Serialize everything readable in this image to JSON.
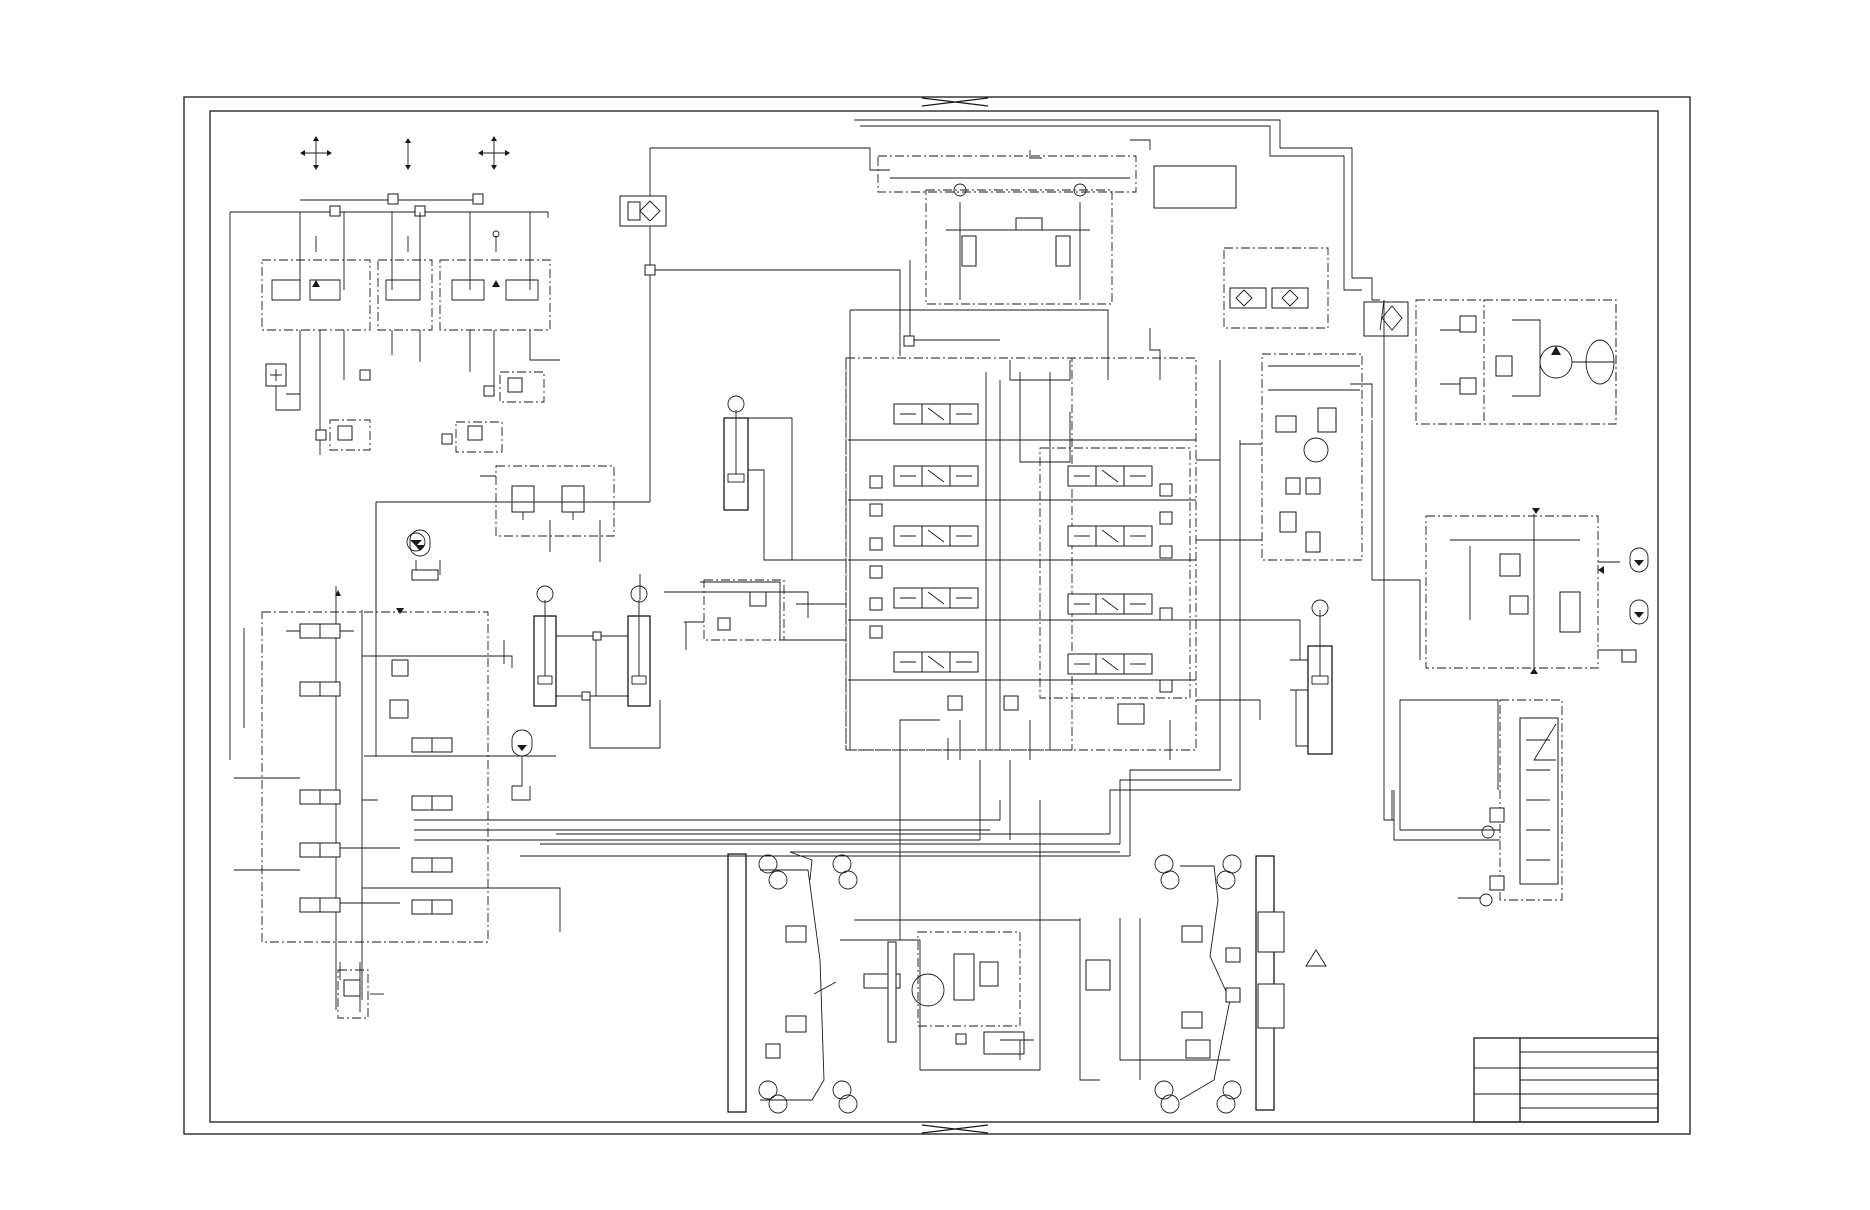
{
  "drawing": {
    "type": "hydraulic schematic",
    "colors": {
      "line": "#1a1a1a",
      "paper": "#ffffff"
    },
    "title_block": {
      "rows": 5,
      "cols": 2,
      "text": []
    }
  },
  "icons": [
    "hydraulic-cylinder-icon",
    "accumulator-icon",
    "directional-valve-icon",
    "pump-icon",
    "filter-icon",
    "steering-wheel-icon",
    "warning-triangle-icon",
    "centering-mark-icon"
  ]
}
